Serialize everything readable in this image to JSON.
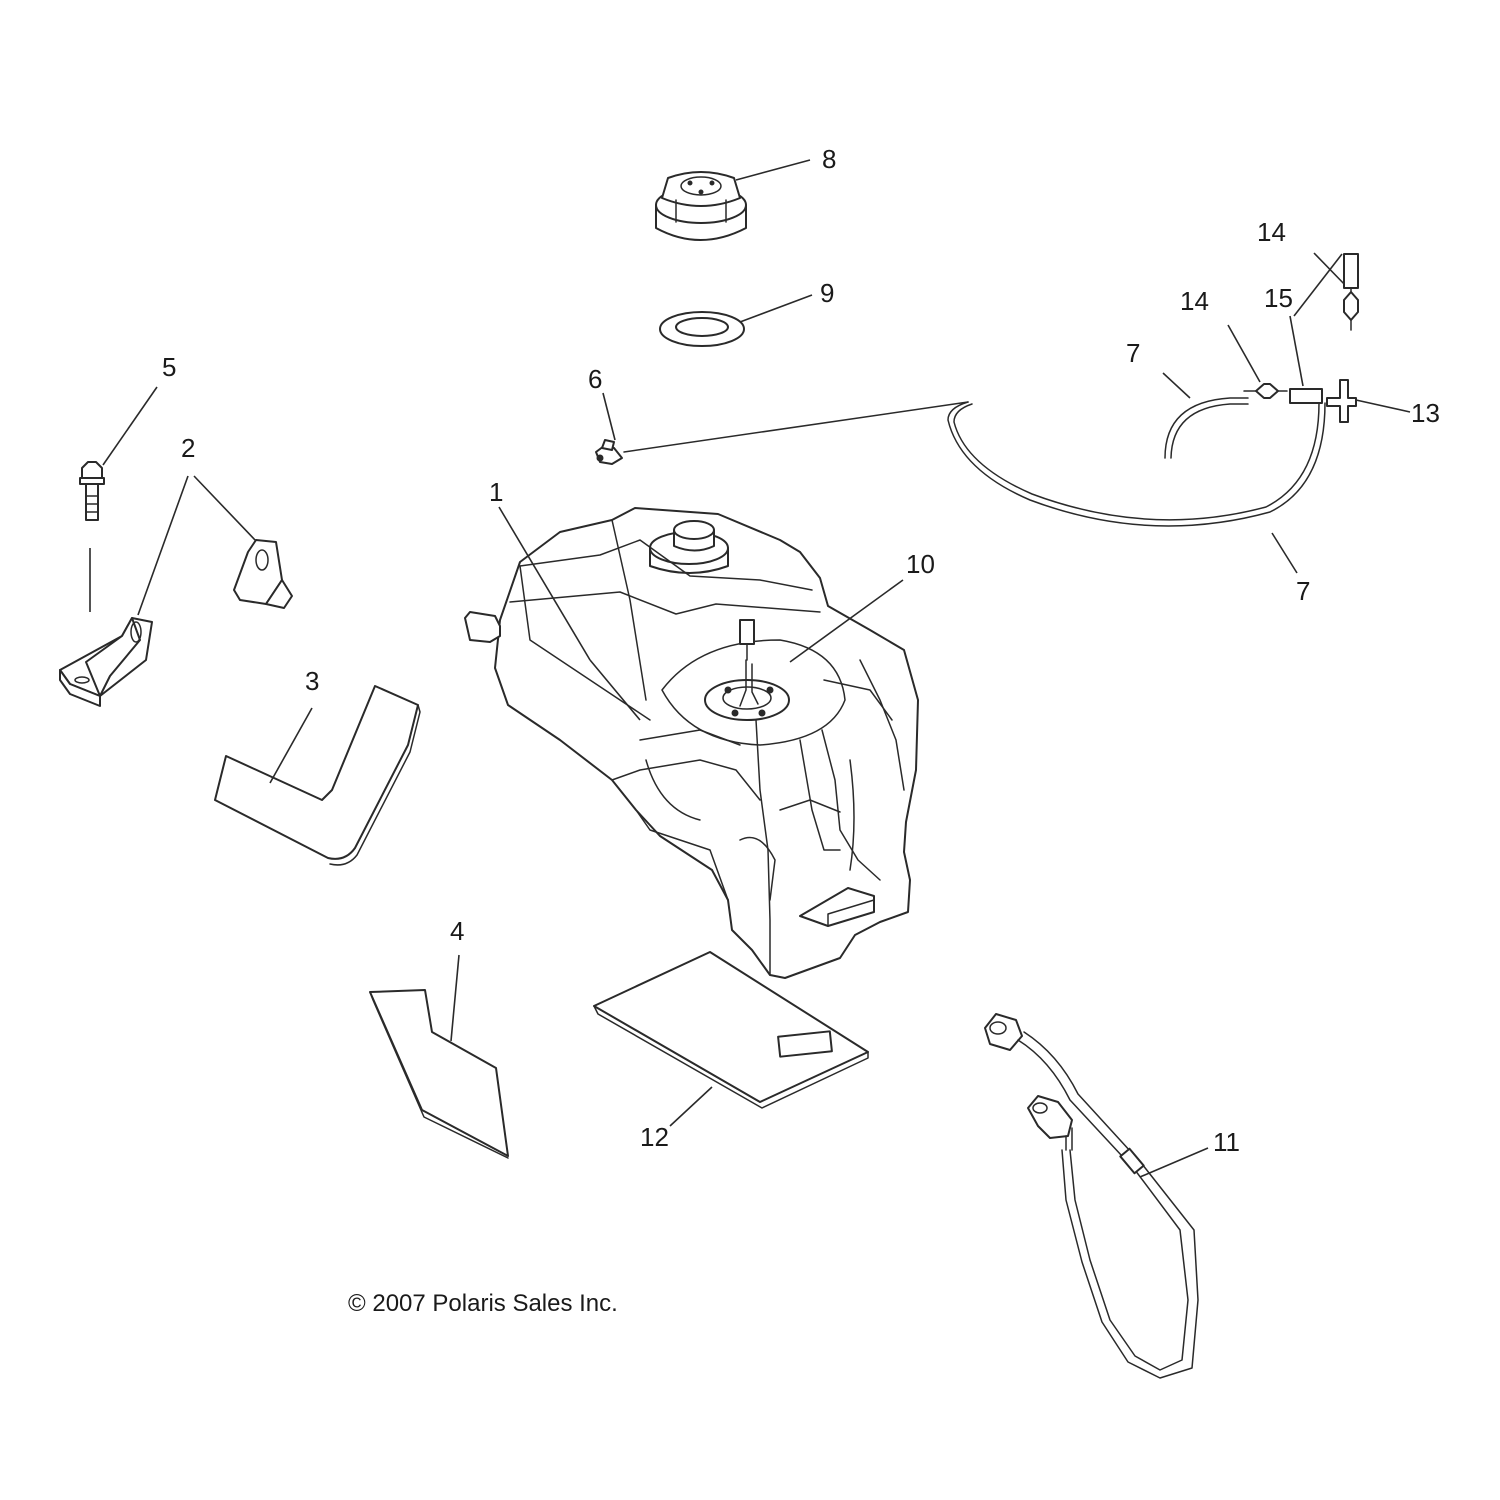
{
  "copyright": "© 2007 Polaris Sales Inc.",
  "callouts": {
    "c1": "1",
    "c2": "2",
    "c3": "3",
    "c4": "4",
    "c5": "5",
    "c6": "6",
    "c7a": "7",
    "c7b": "7",
    "c8": "8",
    "c9": "9",
    "c10": "10",
    "c11": "11",
    "c12": "12",
    "c13": "13",
    "c14a": "14",
    "c14b": "14",
    "c15": "15"
  }
}
